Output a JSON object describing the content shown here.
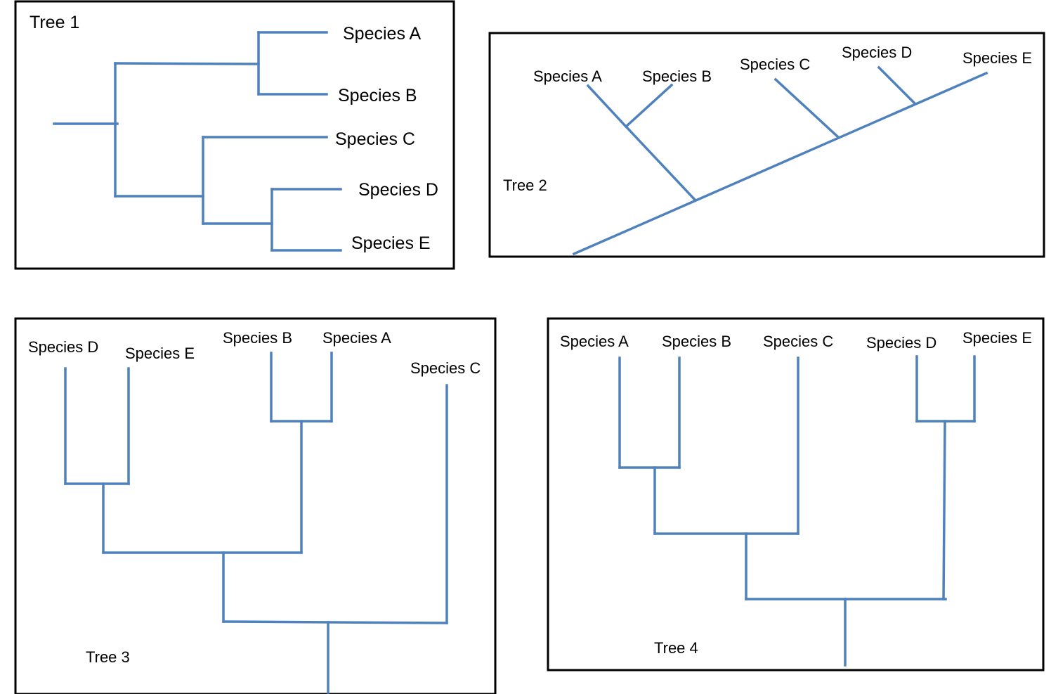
{
  "trees": [
    {
      "title": "Tree 1",
      "species": [
        "Species A",
        "Species B",
        "Species C",
        "Species D",
        "Species E"
      ]
    },
    {
      "title": "Tree 2",
      "species": [
        "Species A",
        "Species B",
        "Species C",
        "Species D",
        "Species E"
      ]
    },
    {
      "title": "Tree 3",
      "species": [
        "Species D",
        "Species E",
        "Species B",
        "Species A",
        "Species C"
      ]
    },
    {
      "title": "Tree 4",
      "species": [
        "Species A",
        "Species B",
        "Species C",
        "Species D",
        "Species E"
      ]
    }
  ],
  "colors": {
    "branch": "#4F81BD",
    "frame": "#000000",
    "text": "#000000"
  }
}
